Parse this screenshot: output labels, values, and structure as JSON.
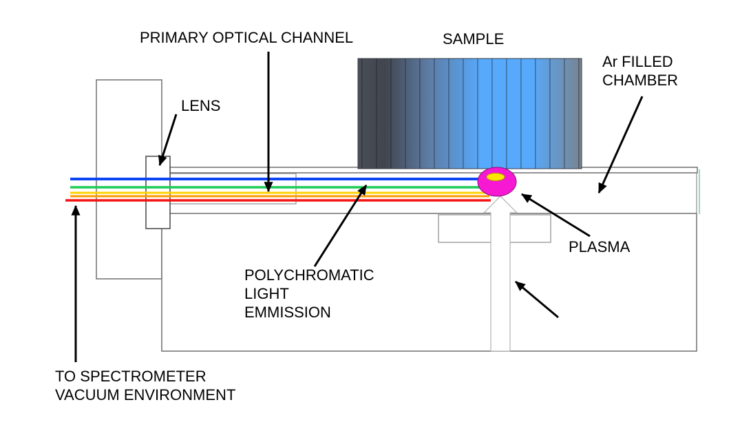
{
  "diagram": {
    "labels": {
      "primary_optical_channel": "PRIMARY OPTICAL CHANNEL",
      "sample": "SAMPLE",
      "ar_filled_line1": "Ar FILLED",
      "ar_filled_line2": "CHAMBER",
      "lens": "LENS",
      "plasma": "PLASMA",
      "polychromatic_line1": "POLYCHROMATIC",
      "polychromatic_line2": "LIGHT",
      "polychromatic_line3": "EMMISSION",
      "spectrometer_line1": "TO SPECTROMETER",
      "spectrometer_line2": "VACUUM ENVIRONMENT"
    },
    "colors": {
      "arrow": "#000000",
      "beam_blue": "#0b45f5",
      "beam_green": "#1ecc55",
      "beam_yellow": "#ffd400",
      "beam_orange": "#ff9900",
      "beam_red": "#f51111",
      "plasma": "#f618d2",
      "plasma_core": "#ffe600",
      "sample_left": "#4a4e57",
      "sample_dark": "#41454e",
      "sample_mid": "#5e7da6",
      "sample_bright": "#57a9fb",
      "sample_right": "#7a838f",
      "chamber_accent": "#9fd4c0"
    }
  }
}
